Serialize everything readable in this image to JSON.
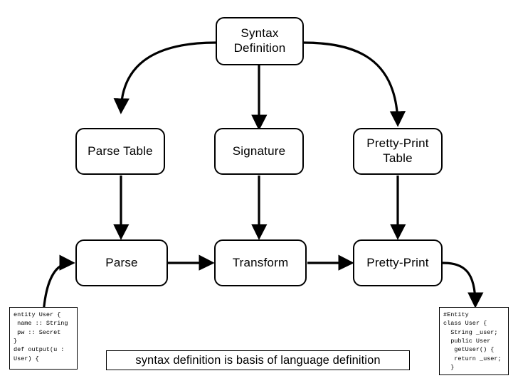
{
  "diagram": {
    "nodes": [
      {
        "id": "syntax-definition",
        "label_lines": [
          "Syntax",
          "Definition"
        ]
      },
      {
        "id": "parse-table",
        "label_lines": [
          "Parse Table"
        ]
      },
      {
        "id": "signature",
        "label_lines": [
          "Signature"
        ]
      },
      {
        "id": "pretty-print-table",
        "label_lines": [
          "Pretty-Print",
          "Table"
        ]
      },
      {
        "id": "parse",
        "label_lines": [
          "Parse"
        ]
      },
      {
        "id": "transform",
        "label_lines": [
          "Transform"
        ]
      },
      {
        "id": "pretty-print",
        "label_lines": [
          "Pretty-Print"
        ]
      }
    ],
    "code_input": "entity User {\n name :: String\n pw :: Secret\n}\ndef output(u :\nUser) {",
    "code_output": "#Entity\nclass User {\n  String _user;\n  public User\n   getUser() {\n   return _user;\n  }",
    "caption": "syntax definition is basis of language definition",
    "colors": {
      "stroke": "#000000",
      "background": "#ffffff",
      "text": "#000000"
    },
    "edges": [
      {
        "from": "syntax-definition",
        "to": "parse-table"
      },
      {
        "from": "syntax-definition",
        "to": "signature"
      },
      {
        "from": "syntax-definition",
        "to": "pretty-print-table"
      },
      {
        "from": "parse-table",
        "to": "parse"
      },
      {
        "from": "signature",
        "to": "transform"
      },
      {
        "from": "pretty-print-table",
        "to": "pretty-print"
      },
      {
        "from": "parse",
        "to": "transform"
      },
      {
        "from": "transform",
        "to": "pretty-print"
      },
      {
        "from": "code_input",
        "to": "parse"
      },
      {
        "from": "pretty-print",
        "to": "code_output"
      }
    ]
  }
}
